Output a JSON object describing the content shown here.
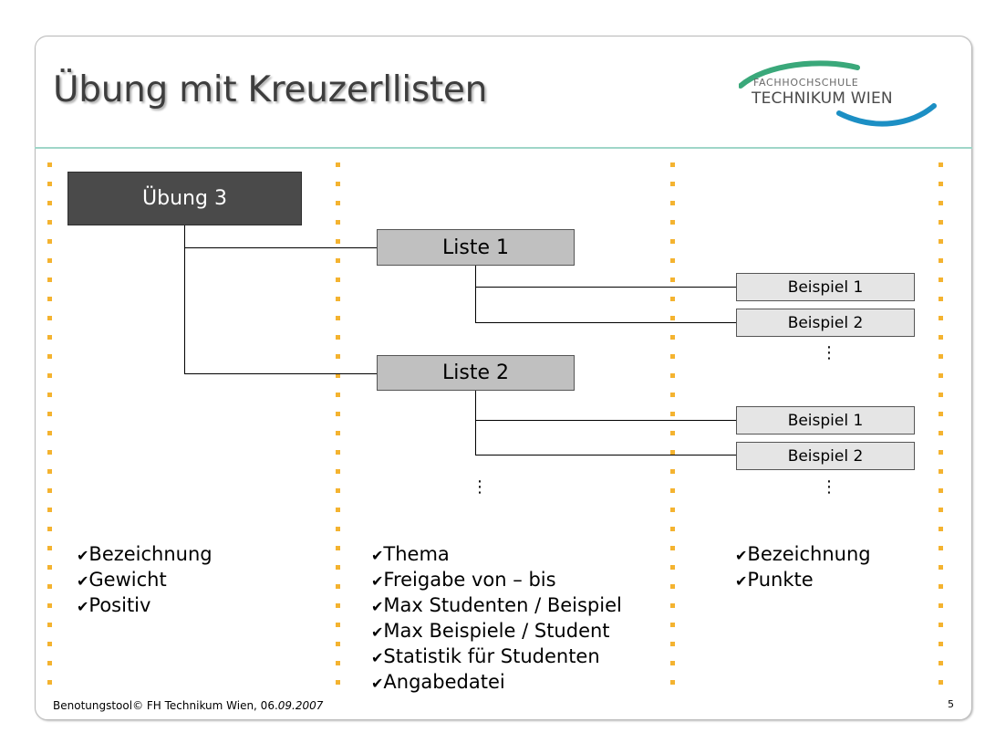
{
  "slide": {
    "title": "Übung mit Kreuzerllisten",
    "page_number": "5"
  },
  "logo": {
    "line1": "FACHHOCHSCHULE",
    "line2": "TECHNIKUM WIEN"
  },
  "diagram": {
    "root": "Übung 3",
    "lists": [
      {
        "label": "Liste 1",
        "examples": [
          "Beispiel 1",
          "Beispiel 2"
        ]
      },
      {
        "label": "Liste 2",
        "examples": [
          "Beispiel 1",
          "Beispiel 2"
        ]
      }
    ],
    "more": "⋮"
  },
  "attributes": {
    "uebung": [
      "Bezeichnung",
      "Gewicht",
      "Positiv"
    ],
    "liste": [
      "Thema",
      "Freigabe von – bis",
      "Max Studenten / Beispiel",
      "Max Beispiele / Student",
      "Statistik für Studenten",
      "Angabedatei"
    ],
    "beispiel": [
      "Bezeichnung",
      "Punkte"
    ],
    "check_glyph": "✔"
  },
  "footer": {
    "text": "Benotungstool© FH Technikum  Wien, 06.",
    "date_tail": "09.2007"
  },
  "colors": {
    "accent_dots": "#f4b330",
    "header_line": "#9fd6c8",
    "logo_green": "#3aa87a",
    "logo_blue": "#1c8fc4"
  }
}
